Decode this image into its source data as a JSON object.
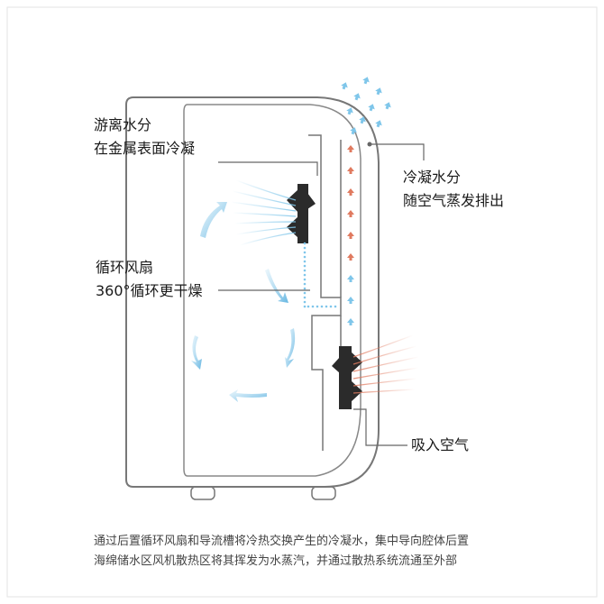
{
  "labels": {
    "free_moisture": {
      "line1": "游离水分",
      "line2": "在金属表面冷凝"
    },
    "condensed_moisture": {
      "line1": "冷凝水分",
      "line2": "随空气蒸发排出"
    },
    "circulation_fan": {
      "line1": "循环风扇",
      "line2": "360°循环更干燥"
    },
    "air_intake": {
      "line1": "吸入空气"
    }
  },
  "caption": {
    "line1": "通过后置循环风扇和导流槽将冷热交换产生的冷凝水，集中导向腔体后置",
    "line2": "海绵储水区风机散热区将其挥发为水蒸汽，并通过散热系统流通至外部"
  },
  "colors": {
    "outline": "#777777",
    "cool_arrow": "#7fc6ea",
    "warm_arrow": "#e07a5f",
    "fan": "#2b2b2b",
    "background": "#ffffff",
    "border": "#e3e3e3"
  },
  "icons": [
    "fan-icon",
    "up-arrow-icon",
    "swirl-arrow-icon"
  ]
}
